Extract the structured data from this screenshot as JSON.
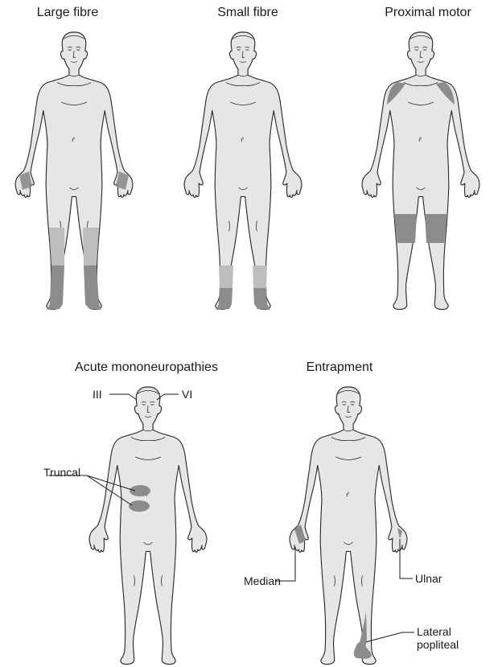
{
  "figure": {
    "panels": [
      {
        "id": "large-fibre",
        "title": "Large fibre"
      },
      {
        "id": "small-fibre",
        "title": "Small fibre"
      },
      {
        "id": "proximal-motor",
        "title": "Proximal motor"
      },
      {
        "id": "acute-mononeuropathies",
        "title": "Acute mononeuropathies",
        "callouts": {
          "third_nerve": "III",
          "sixth_nerve": "VI",
          "truncal": "Truncal"
        }
      },
      {
        "id": "entrapment",
        "title": "Entrapment",
        "callouts": {
          "median": "Median",
          "ulnar": "Ulnar",
          "lateral_popliteal_1": "Lateral",
          "lateral_popliteal_2": "popliteal"
        }
      }
    ],
    "colors": {
      "body": "#e6e6e6",
      "outline": "#2a2a2a",
      "dark_shading": "#8c8c8c",
      "light_shading": "#bdbdbd"
    }
  }
}
